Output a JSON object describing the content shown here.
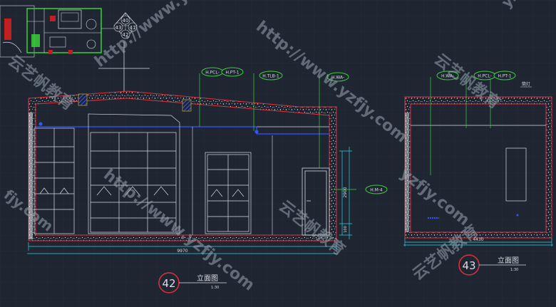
{
  "colors": {
    "background": "#1f2632",
    "wall_outline": "#e0303a",
    "wall_speckle": "#e8e8e8",
    "line_white": "#d8dce2",
    "cyan": "#2fd0e0",
    "green_tag": "#39d039",
    "blue": "#3355ff",
    "hatch_blue": "#3b55ff",
    "hatch_yellow": "#e0c020",
    "watermark": "#9aa6b4"
  },
  "tags": [
    {
      "text": "H.PCL-"
    },
    {
      "text": "H.PT-1"
    },
    {
      "text": "H.TLB-1"
    },
    {
      "text": "H.WA-"
    },
    {
      "text": "H.M-4"
    },
    {
      "text": "H.WA-"
    },
    {
      "text": "H.PCL-"
    },
    {
      "text": "H.PT-1"
    }
  ],
  "markers": [
    {
      "text": "42"
    },
    {
      "text": "43"
    },
    {
      "text": "41"
    },
    {
      "text": "40"
    }
  ],
  "titles": [
    {
      "label": "立面图",
      "scale": "1:30"
    },
    {
      "label": "立面图",
      "scale": "1:30"
    }
  ],
  "dims": {
    "elev42_width": "9970",
    "elev43_width": "4430",
    "height_a": "2900",
    "height_b": "100"
  },
  "labels": {
    "small_note": "筒灯"
  },
  "watermarks": [
    {
      "text": "http://www.yzfjy.com"
    },
    {
      "text": "云艺帆教育"
    },
    {
      "text": "http://www.yzfjy.com"
    },
    {
      "text": "云艺帆教育"
    },
    {
      "text": "http://www.yzfjy.com"
    },
    {
      "text": "云艺帆教育"
    },
    {
      "text": "yzfjy.com"
    },
    {
      "text": "云艺帆教育"
    },
    {
      "text": "fjy.com"
    },
    {
      "text": "yzfjy"
    }
  ]
}
